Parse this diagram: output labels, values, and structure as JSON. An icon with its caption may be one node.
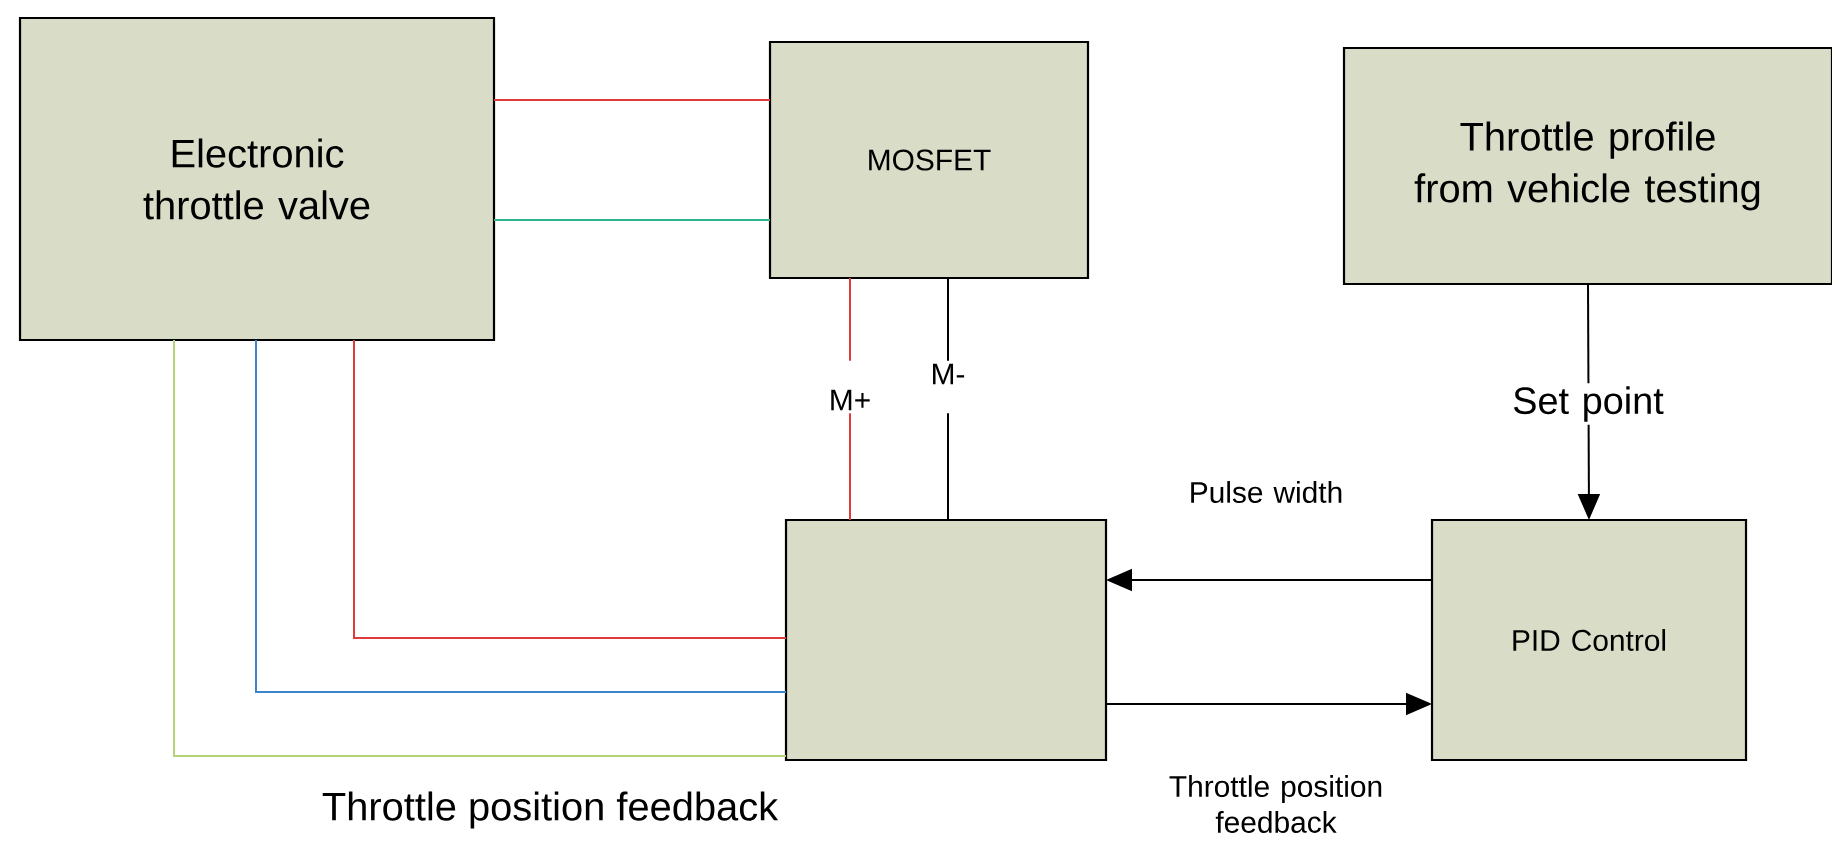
{
  "diagram": {
    "nodes": [
      {
        "text": [
          "Electronic throttle valve"
        ]
      },
      {
        "text": [
          "MOSFET"
        ]
      },
      {
        "text": [
          "Throttle profile from vehicle testing"
        ]
      },
      {
        "text": [],
        "shape": "box"
      },
      {
        "text": [
          "PID Control"
        ]
      }
    ],
    "edges": [
      {
        "from": 0,
        "to": 1,
        "arrow": "none",
        "color": "#e03a3a"
      },
      {
        "from": 0,
        "to": 1,
        "arrow": "none",
        "color": "#2fb38f"
      },
      {
        "from": 1,
        "to": 3,
        "arrow": "none",
        "label": "M+",
        "color": "#e03a3a"
      },
      {
        "from": 1,
        "to": 3,
        "arrow": "none",
        "label": "M-"
      },
      {
        "from": 0,
        "to": 3,
        "arrow": "none",
        "color": "#e03a3a"
      },
      {
        "from": 0,
        "to": 3,
        "arrow": "none",
        "color": "#3a86c8"
      },
      {
        "from": 0,
        "to": 3,
        "arrow": "none",
        "color": "#b5d47a"
      },
      {
        "from": 2,
        "to": 4,
        "arrow": "to",
        "label": "Set point"
      },
      {
        "from": 4,
        "to": 3,
        "arrow": "to",
        "label": "Pulse width"
      },
      {
        "from": 3,
        "to": 4,
        "arrow": "to",
        "label": "Throttle position feedback"
      }
    ],
    "labels": [
      "Throttle position feedback"
    ]
  }
}
